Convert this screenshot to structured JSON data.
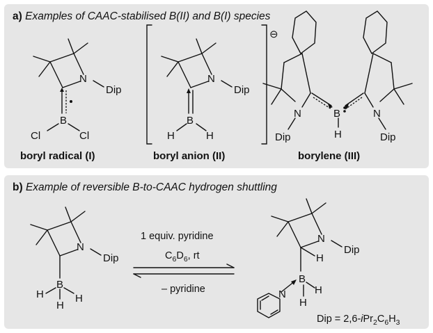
{
  "panel_a": {
    "letter": "a)",
    "title": "Examples of CAAC-stabilised B(II) and B(I) species",
    "labels": {
      "N": "N",
      "Dip": "Dip",
      "B": "B",
      "Cl": "Cl",
      "H": "H",
      "charge": "⊖"
    },
    "captions": {
      "radical": "boryl radical (I)",
      "anion": "boryl anion (II)",
      "borylene": "borylene (III)"
    }
  },
  "panel_b": {
    "letter": "b)",
    "title": "Example of reversible B-to-CAAC hydrogen shuttling",
    "labels": {
      "N": "N",
      "Dip": "Dip",
      "B": "B",
      "H": "H"
    },
    "conditions": {
      "reagent": "1 equiv. pyridine",
      "solvent_main": "C",
      "solvent_sub1": "6",
      "solvent_mid": "D",
      "solvent_sub2": "6",
      "solvent_tail": ", rt",
      "reverse": "– pyridine"
    },
    "footnote": {
      "lhs": "Dip = 2,6-",
      "ipr": "i",
      "pr": "Pr",
      "sub2": "2",
      "c": "C",
      "sub6": "6",
      "h": "H",
      "sub3": "3"
    }
  }
}
